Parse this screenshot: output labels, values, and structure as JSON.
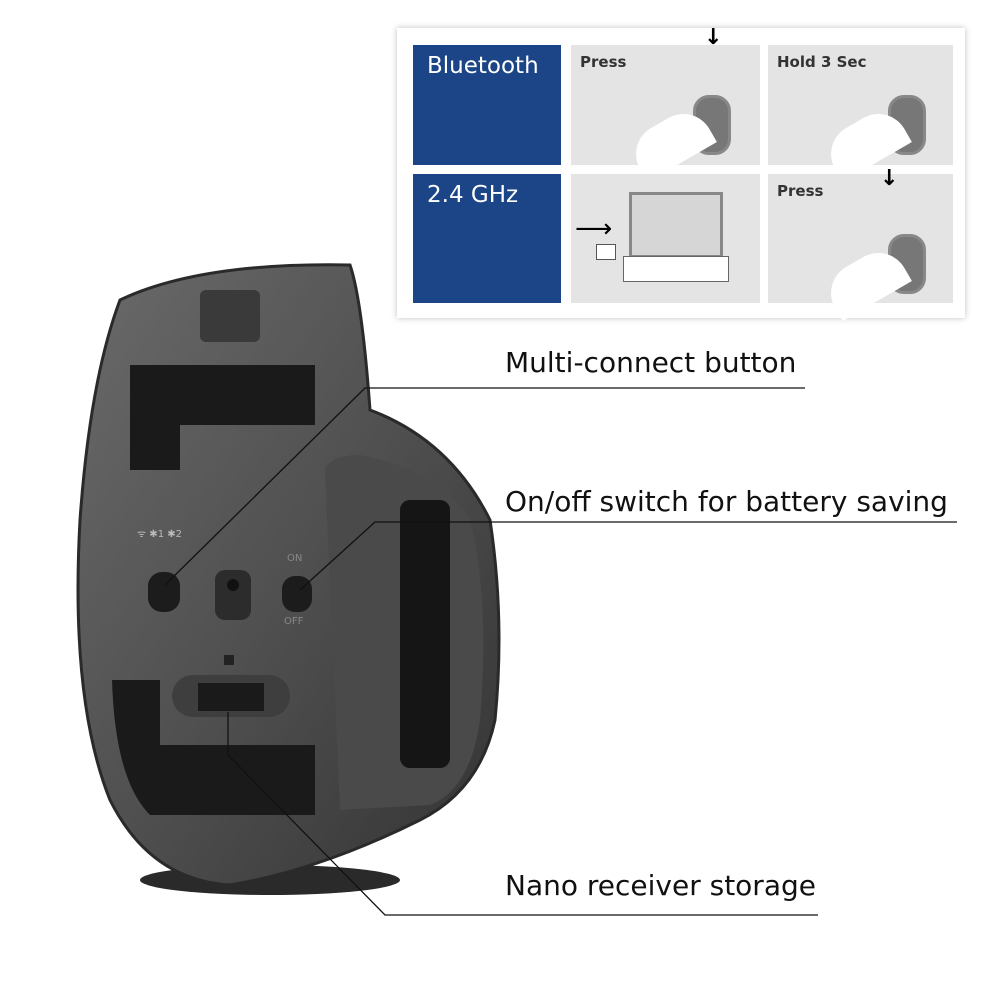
{
  "panel": {
    "bluetooth_label": "Bluetooth",
    "ghz_label": "2.4 GHz",
    "step_press_1": "Press",
    "step_hold": "Hold 3 Sec",
    "step_press_2": "Press",
    "indicator_bt1": "1",
    "indicator_bt2": "2"
  },
  "mouse": {
    "switch_on": "ON",
    "switch_off": "OFF"
  },
  "callouts": {
    "multi_connect": "Multi-connect button",
    "onoff": "On/off switch for battery saving",
    "nano": "Nano receiver storage"
  },
  "colors": {
    "accent_blue": "#1b4587",
    "panel_gray": "#e4e4e4"
  }
}
